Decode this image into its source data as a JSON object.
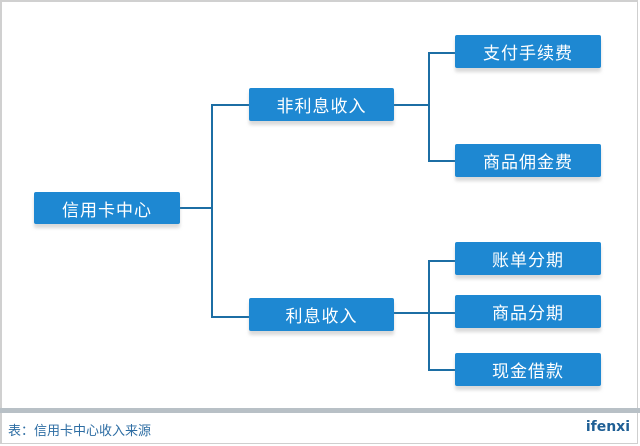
{
  "diagram": {
    "root": {
      "label": "信用卡中心"
    },
    "branches": [
      {
        "label": "非利息收入",
        "children": [
          {
            "label": "支付手续费"
          },
          {
            "label": "商品佣金费"
          }
        ]
      },
      {
        "label": "利息收入",
        "children": [
          {
            "label": "账单分期"
          },
          {
            "label": "商品分期"
          },
          {
            "label": "现金借款"
          }
        ]
      }
    ],
    "colors": {
      "node_fill": "#1e88d2",
      "connector": "#1c6ea4",
      "node_text": "#ffffff"
    }
  },
  "footer": {
    "caption": "表：信用卡中心收入来源",
    "brand": "ifenxi"
  }
}
